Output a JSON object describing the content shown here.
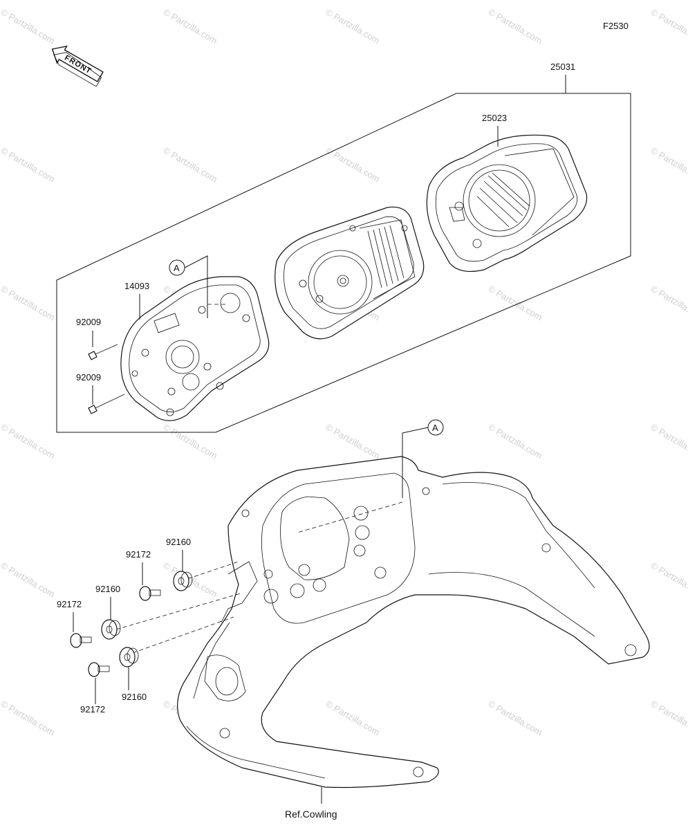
{
  "figure_code": "F2530",
  "front_label": "FRONT",
  "watermark_text": "© Partzilla.com",
  "ref_label": "Ref.Cowling",
  "reference_marker": "A",
  "colors": {
    "line": "#111111",
    "watermark": "#cfcfcf",
    "background": "#ffffff"
  },
  "callouts": {
    "assembly": "25031",
    "case_front": "25023",
    "case_rear": "14093",
    "screw_upper": "92009",
    "screw_lower": "92009",
    "damper_top": "92160",
    "damper_mid": "92160",
    "damper_low": "92160",
    "collar_top": "92172",
    "collar_mid": "92172",
    "collar_low": "92172"
  }
}
